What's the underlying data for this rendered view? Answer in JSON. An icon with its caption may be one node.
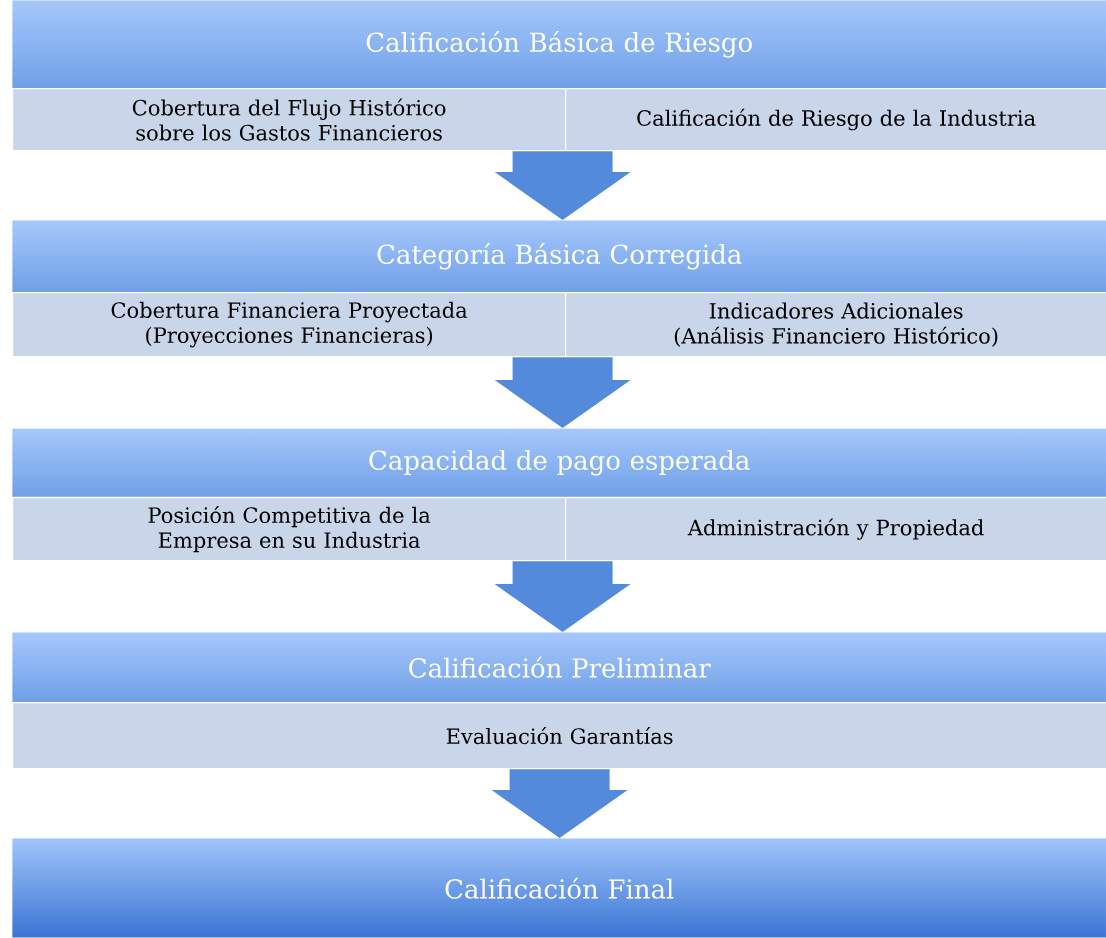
{
  "diagram": {
    "nodes": [
      {
        "text": [
          "Calificación Básica de Riesgo"
        ]
      },
      {
        "text": [
          "Cobertura del Flujo Histórico sobre los Gastos Financieros"
        ]
      },
      {
        "text": [
          "Calificación de Riesgo de la Industria"
        ]
      },
      {
        "text": [
          "Categoría Básica Corregida"
        ]
      },
      {
        "text": [
          "Cobertura Financiera Proyectada (Proyecciones Financieras)"
        ]
      },
      {
        "text": [
          "Indicadores Adicionales (Análisis Financiero Histórico)"
        ]
      },
      {
        "text": [
          "Capacidad de pago esperada"
        ]
      },
      {
        "text": [
          "Posición Competitiva de la Empresa en su Industria"
        ]
      },
      {
        "text": [
          "Administración y Propiedad"
        ]
      },
      {
        "text": [
          "Calificación Preliminar"
        ]
      },
      {
        "text": [
          "Evaluación Garantías"
        ]
      },
      {
        "text": [
          "Calificación Final"
        ]
      }
    ],
    "edges": [
      {
        "from": 1,
        "to": 3,
        "arrow": "to"
      },
      {
        "from": 2,
        "to": 3,
        "arrow": "to"
      },
      {
        "from": 4,
        "to": 6,
        "arrow": "to"
      },
      {
        "from": 5,
        "to": 6,
        "arrow": "to"
      },
      {
        "from": 7,
        "to": 9,
        "arrow": "to"
      },
      {
        "from": 8,
        "to": 9,
        "arrow": "to"
      },
      {
        "from": 10,
        "to": 11,
        "arrow": "to"
      }
    ]
  }
}
